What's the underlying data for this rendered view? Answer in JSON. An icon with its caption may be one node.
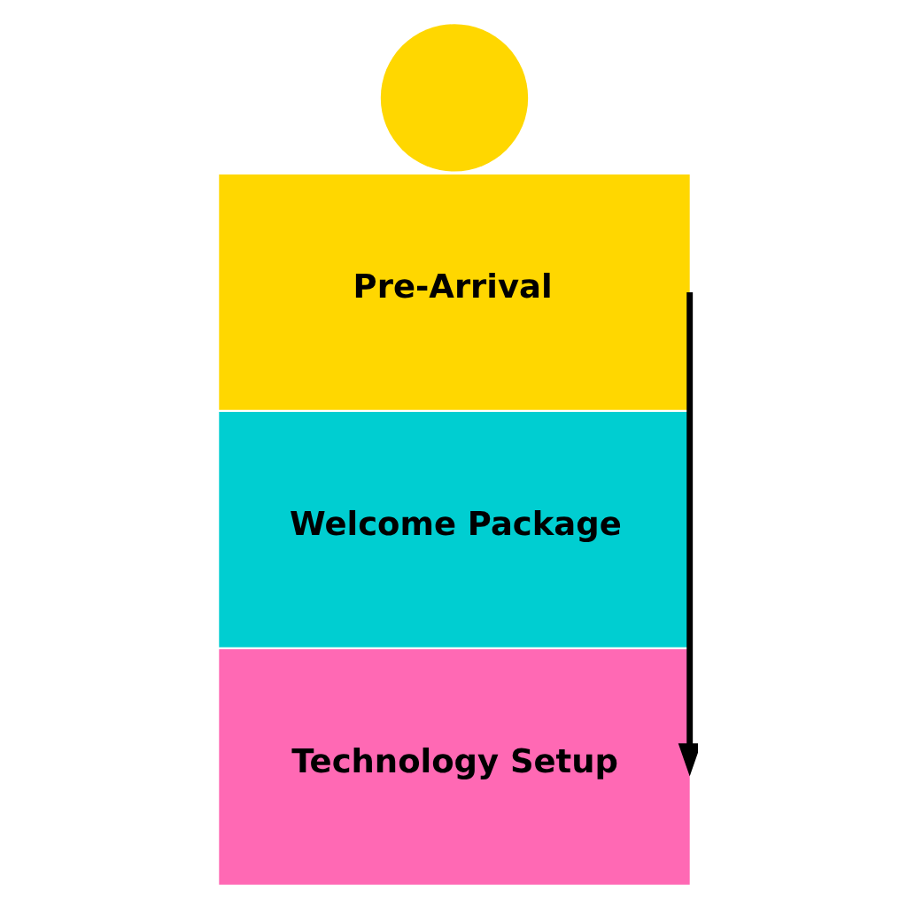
{
  "diagram": {
    "nodes": [
      {
        "text": [
          "Pre-Arrival"
        ]
      },
      {
        "text": [
          "Welcome Package"
        ]
      },
      {
        "text": [
          "Technology Setup"
        ]
      },
      {
        "text": [],
        "shape": "circle"
      }
    ],
    "edges": [
      {
        "from": 0,
        "to": 2,
        "arrow": "to"
      }
    ]
  }
}
